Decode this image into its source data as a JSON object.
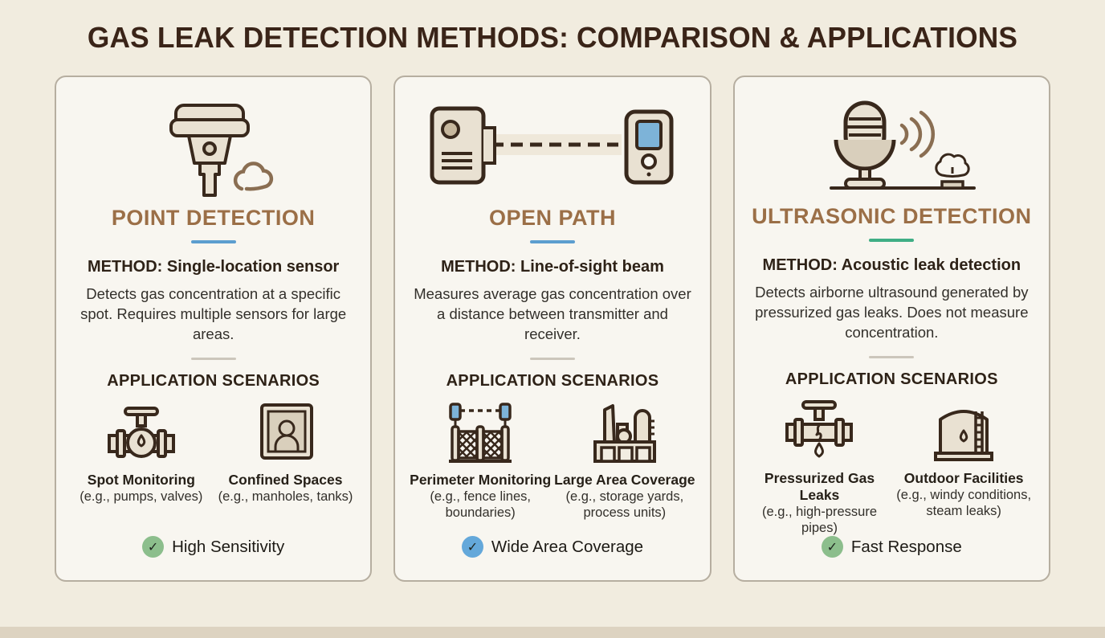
{
  "page": {
    "title": "GAS LEAK DETECTION METHODS: COMPARISON & APPLICATIONS"
  },
  "colors": {
    "background": "#f1ecdf",
    "card_background": "#f8f6f0",
    "card_border": "#b6aea0",
    "card_title_brown": "#9b6f47",
    "accent_blue": "#5c9ecf",
    "accent_green": "#3fae85",
    "badge_green": "#8cbe8c",
    "badge_blue": "#64a8da",
    "icon_outline": "#38281c",
    "icon_fill": "#e9e1d2",
    "sound_wave_brown": "#8a6e52"
  },
  "cards": [
    {
      "icon": "point-detector-icon",
      "title": "POINT DETECTION",
      "accent": "#5c9ecf",
      "method": "METHOD: Single-location sensor",
      "description": "Detects gas concentration at a specific spot. Requires multiple sensors for large areas.",
      "scenarios_heading": "APPLICATION SCENARIOS",
      "scenarios": [
        {
          "icon": "valve-icon",
          "title": "Spot Monitoring",
          "caption": "(e.g., pumps, valves)"
        },
        {
          "icon": "confined-space-icon",
          "title": "Confined Spaces",
          "caption": "(e.g., manholes, tanks)"
        }
      ],
      "badge": {
        "check": "✓",
        "color": "#8cbe8c",
        "label": "High Sensitivity"
      }
    },
    {
      "icon": "transmitter-receiver-beam-icon",
      "title": "OPEN PATH",
      "accent": "#5c9ecf",
      "method": "METHOD: Line-of-sight beam",
      "description": "Measures average gas concentration over a distance between transmitter and receiver.",
      "scenarios_heading": "APPLICATION SCENARIOS",
      "scenarios": [
        {
          "icon": "fence-perimeter-icon",
          "title": "Perimeter Monitoring",
          "caption": "(e.g., fence lines, boundaries)"
        },
        {
          "icon": "factory-icon",
          "title": "Large Area Coverage",
          "caption": "(e.g., storage yards, process units)"
        }
      ],
      "badge": {
        "check": "✓",
        "color": "#64a8da",
        "label": "Wide Area Coverage"
      }
    },
    {
      "icon": "microphone-ultrasound-icon",
      "title": "ULTRASONIC DETECTION",
      "accent": "#3fae85",
      "method": "METHOD: Acoustic leak detection",
      "description": "Detects airborne ultrasound generated by pressurized gas leaks. Does not measure concentration.",
      "scenarios_heading": "APPLICATION SCENARIOS",
      "scenarios": [
        {
          "icon": "leaking-valve-icon",
          "title": "Pressurized Gas Leaks",
          "caption": "(e.g., high-pressure pipes)"
        },
        {
          "icon": "storage-tank-icon",
          "title": "Outdoor Facilities",
          "caption": "(e.g., windy conditions, steam leaks)"
        }
      ],
      "badge": {
        "check": "✓",
        "color": "#8cbe8c",
        "label": "Fast Response"
      }
    }
  ]
}
